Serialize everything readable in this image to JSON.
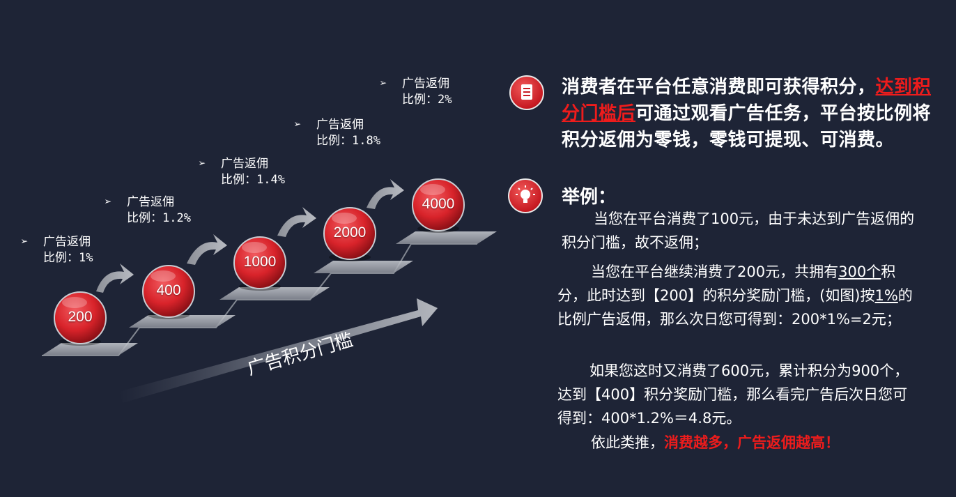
{
  "stairs": {
    "steps": [
      {
        "value": "200",
        "note_line1": "广告返佣",
        "note_line2": "比例：1%"
      },
      {
        "value": "400",
        "note_line1": "广告返佣",
        "note_line2": "比例：1.2%"
      },
      {
        "value": "1000",
        "note_line1": "广告返佣",
        "note_line2": "比例：1.4%"
      },
      {
        "value": "2000",
        "note_line1": "广告返佣",
        "note_line2": "比例：1.8%"
      },
      {
        "value": "4000",
        "note_line1": "广告返佣",
        "note_line2": "比例：2%"
      }
    ],
    "axis_label": "广告积分门槛",
    "note_marker": "➢"
  },
  "headline": {
    "icon": "document-icon",
    "part1": "消费者在平台任意消费即可获得积分，",
    "highlight": "达到积分门槛后",
    "part2": "可通过观看广告任务，平台按比例将积分返佣为零钱，零钱可提现、可消费。"
  },
  "example": {
    "icon": "lightbulb-icon",
    "title": "举例：",
    "p1": "当您在平台消费了100元，由于未达到广告返佣的积分门槛，故不返佣；",
    "p2_a": "当您在平台继续消费了200元，共拥有",
    "p2_u1": "300个",
    "p2_b": "积分，此时达到【200】的积分奖励门槛，(如图)按",
    "p2_u2": "1%",
    "p2_c": "的比例广告返佣，那么次日您可得到：200*1%=2元；",
    "p3": "如果您这时又消费了600元，累计积分为900个，达到【400】积分奖励门槛，那么看完广告后次日您可得到：400*1.2%＝4.8元。",
    "p4_a": "依此类推，",
    "p4_red": "消费越多，广告返佣越高！"
  },
  "colors": {
    "background": "#1e2436",
    "accent_red": "#ee1c1c",
    "ball_red": "#d8232a"
  }
}
